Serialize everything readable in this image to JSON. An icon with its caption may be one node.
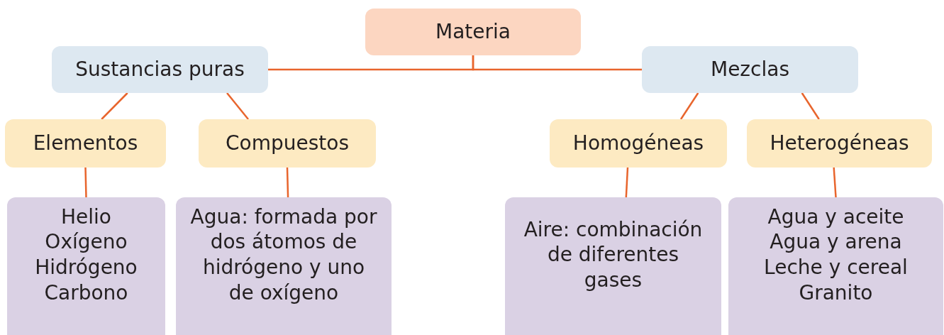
{
  "diagram": {
    "nodes": [
      {
        "text": [
          "Materia"
        ]
      },
      {
        "text": [
          "Sustancias puras"
        ]
      },
      {
        "text": [
          "Mezclas"
        ]
      },
      {
        "text": [
          "Elementos"
        ]
      },
      {
        "text": [
          "Compuestos"
        ]
      },
      {
        "text": [
          "Homogéneas"
        ]
      },
      {
        "text": [
          "Heterogéneas"
        ]
      },
      {
        "text": [
          "Helio",
          "Oxígeno",
          "Hidrógeno",
          "Carbono"
        ]
      },
      {
        "text": [
          "Agua: formada por dos átomos de hidrógeno y uno de oxígeno"
        ]
      },
      {
        "text": [
          "Aire: combinación de diferentes gases"
        ]
      },
      {
        "text": [
          "Agua y aceite",
          "Agua y arena",
          "Leche y cereal",
          "Granito"
        ]
      }
    ],
    "edges": [
      {
        "from": 0,
        "to": 1,
        "arrow": "none"
      },
      {
        "from": 0,
        "to": 2,
        "arrow": "none"
      },
      {
        "from": 1,
        "to": 3,
        "arrow": "none"
      },
      {
        "from": 1,
        "to": 4,
        "arrow": "none"
      },
      {
        "from": 2,
        "to": 5,
        "arrow": "none"
      },
      {
        "from": 2,
        "to": 6,
        "arrow": "none"
      },
      {
        "from": 3,
        "to": 7,
        "arrow": "none"
      },
      {
        "from": 4,
        "to": 8,
        "arrow": "none"
      },
      {
        "from": 5,
        "to": 9,
        "arrow": "none"
      },
      {
        "from": 6,
        "to": 10,
        "arrow": "none"
      }
    ]
  }
}
